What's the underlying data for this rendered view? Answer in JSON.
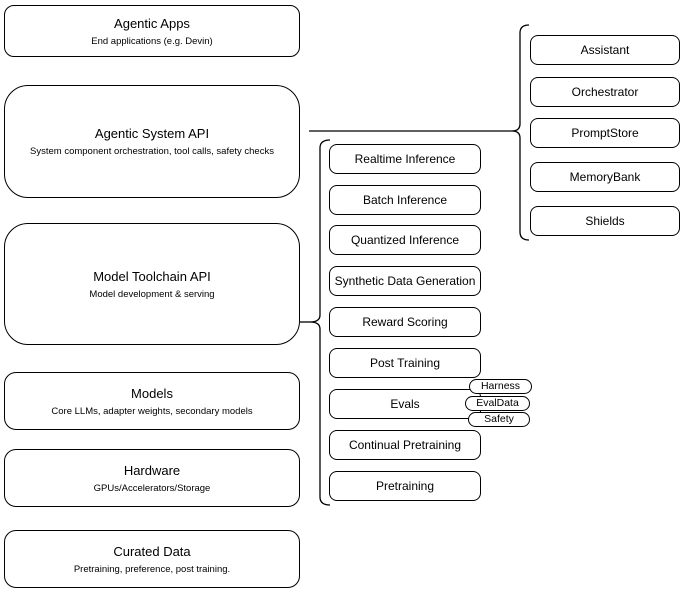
{
  "diagram": {
    "colors": {
      "stroke": "#000000",
      "fill": "#ffffff",
      "text": "#000000"
    },
    "stack_layers": [
      {
        "title": "Agentic Apps",
        "subtitle": "End applications (e.g. Devin)"
      },
      {
        "title": "Agentic System API",
        "subtitle": "System component orchestration, tool calls, safety checks"
      },
      {
        "title": "Model Toolchain API",
        "subtitle": "Model development & serving"
      },
      {
        "title": "Models",
        "subtitle": "Core LLMs, adapter weights, secondary models"
      },
      {
        "title": "Hardware",
        "subtitle": "GPUs/Accelerators/Storage"
      },
      {
        "title": "Curated Data",
        "subtitle": "Pretraining, preference, post training."
      }
    ],
    "toolchain_components": [
      "Realtime Inference",
      "Batch Inference",
      "Quantized Inference",
      "Synthetic Data Generation",
      "Reward Scoring",
      "Post Training",
      "Evals",
      "Continual Pretraining",
      "Pretraining"
    ],
    "evals_tags": [
      "Harness",
      "EvalData",
      "Safety"
    ],
    "system_components": [
      "Assistant",
      "Orchestrator",
      "PromptStore",
      "MemoryBank",
      "Shields"
    ]
  }
}
